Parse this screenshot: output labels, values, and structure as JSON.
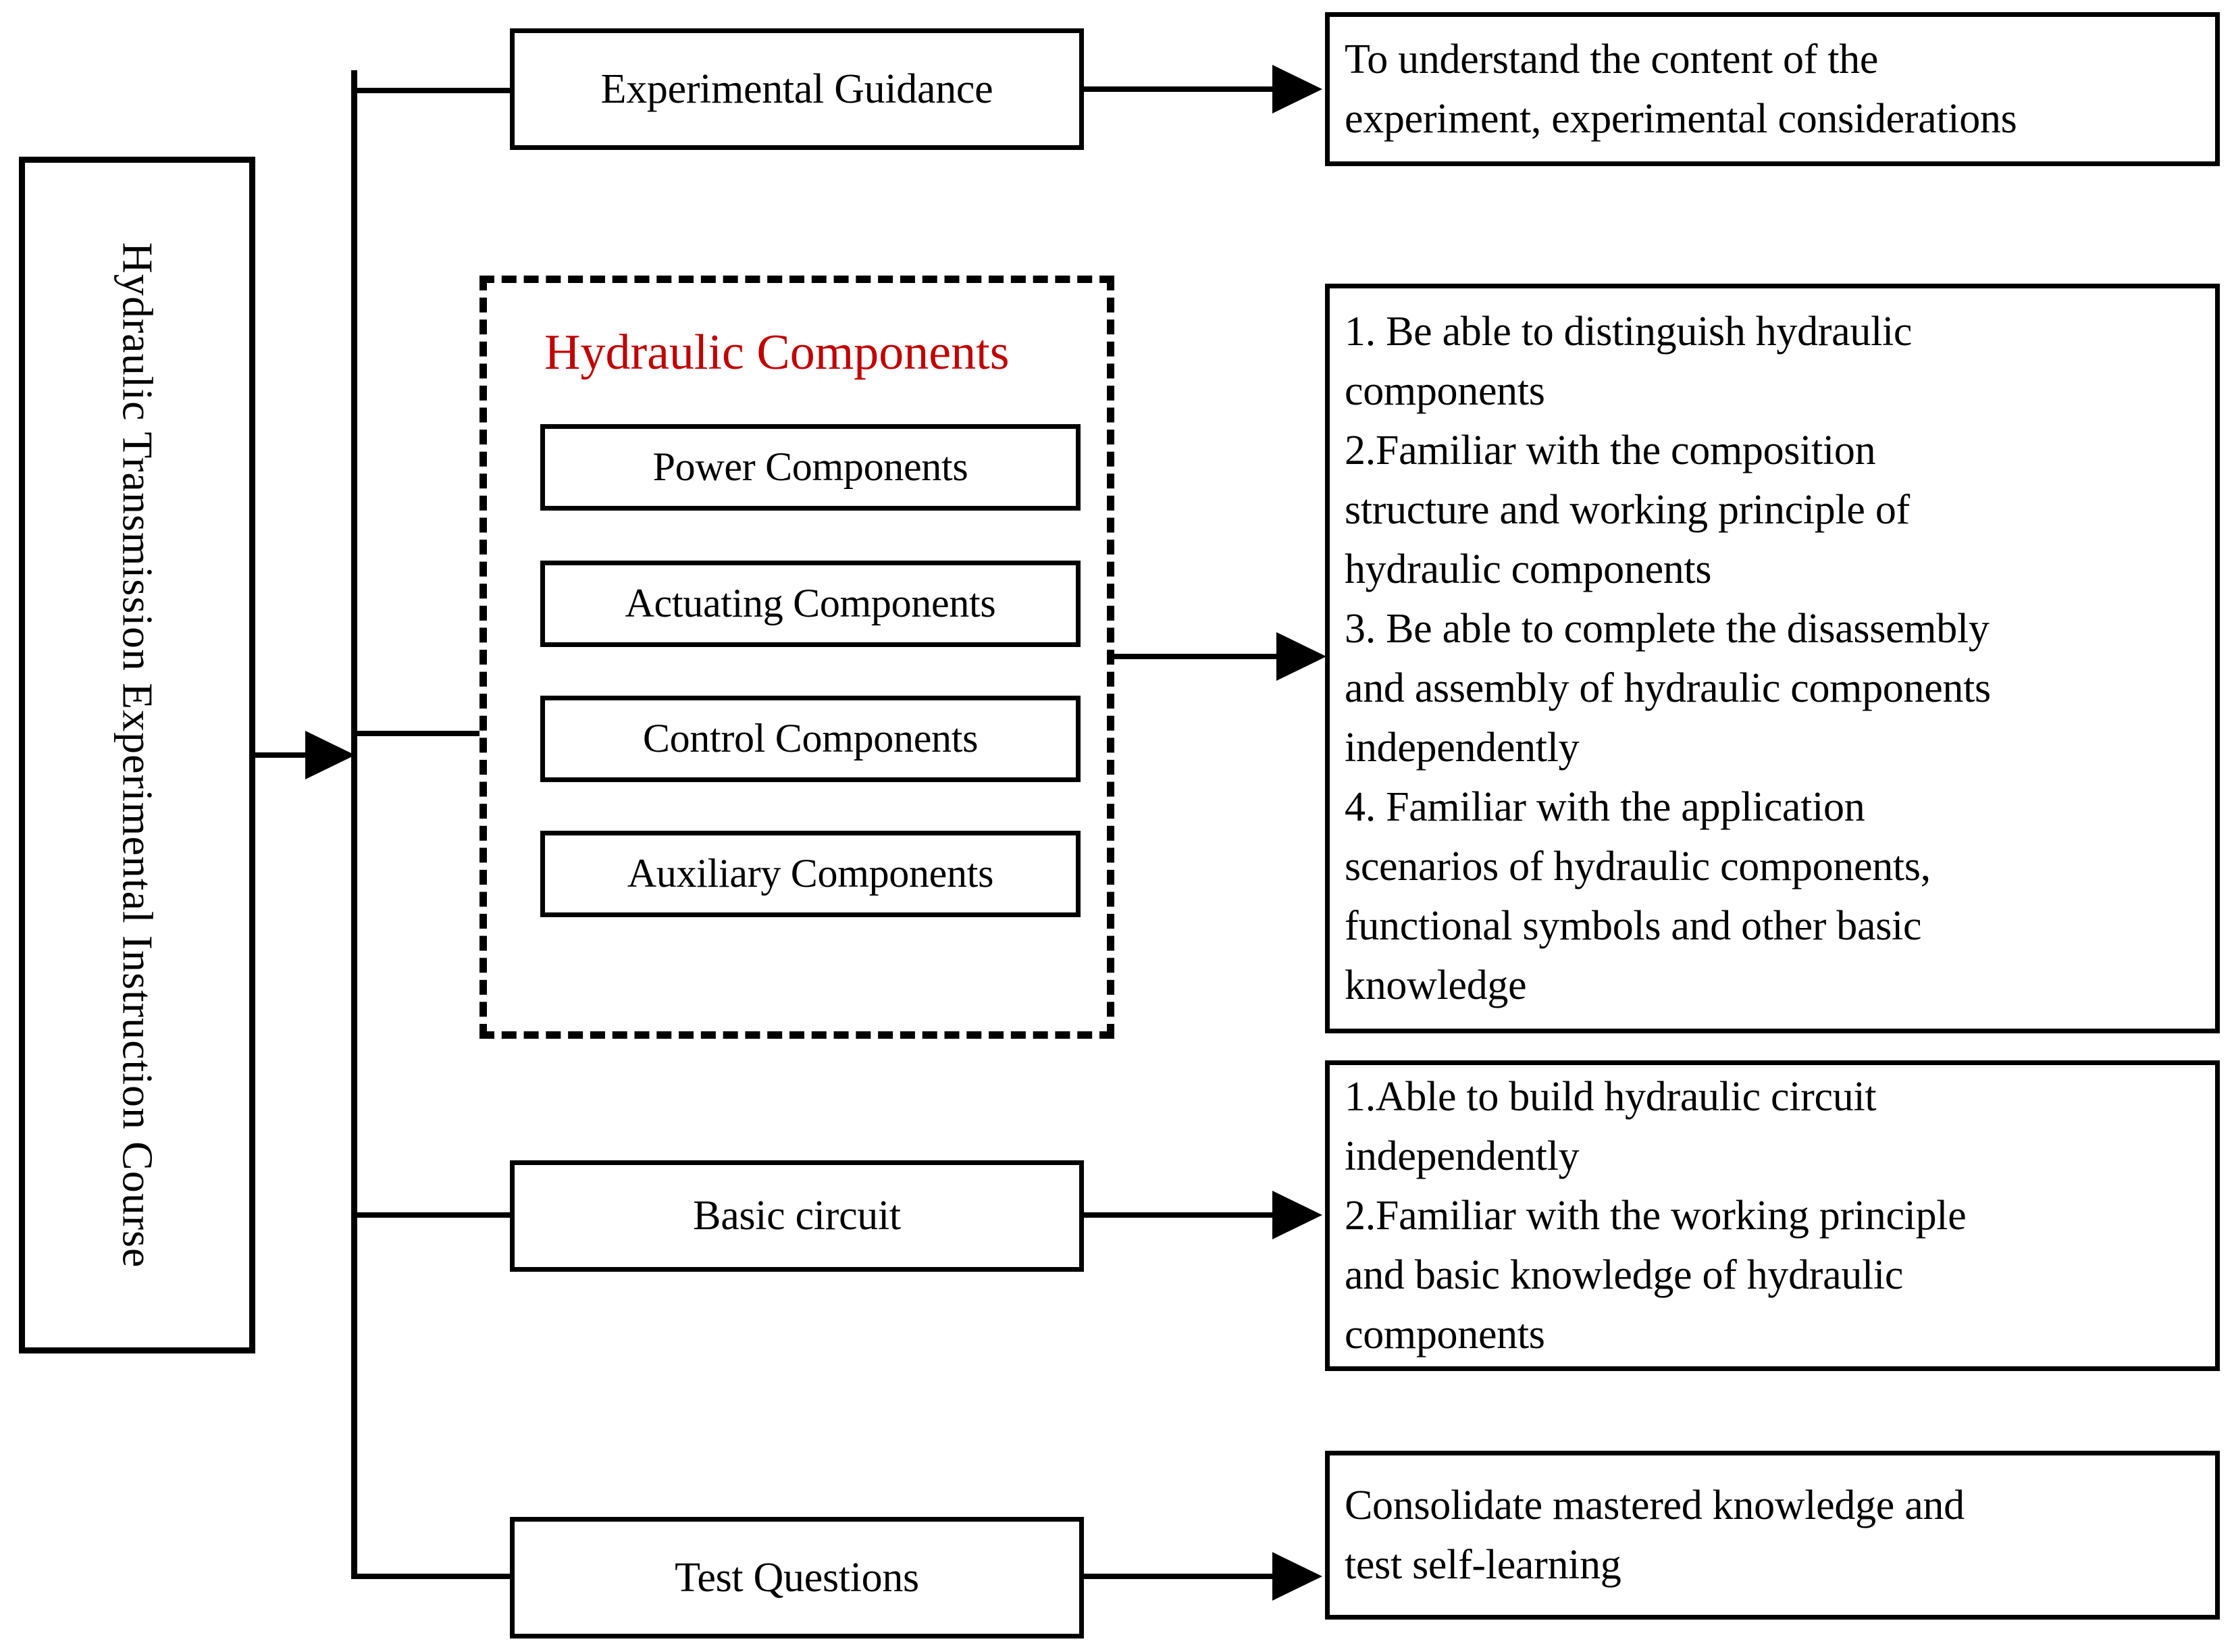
{
  "diagram": {
    "title": "Hydraulic Transmission Experimental Instruction Course",
    "accent_red": "#C00000",
    "line_color": "#000000",
    "root": {
      "label": "Hydraulic Transmission Experimental Instruction Course"
    },
    "branches": [
      {
        "name": "experimental-guidance",
        "label": "Experimental Guidance",
        "outcome": "To understand the content of the\nexperiment, experimental considerations"
      },
      {
        "name": "hydraulic-components",
        "label": "Hydraulic Components",
        "label_color": "#C00000",
        "children": [
          "Power Components",
          "Actuating Components",
          "Control Components",
          "Auxiliary Components"
        ],
        "outcome": "1. Be able to distinguish hydraulic\ncomponents\n2.Familiar with the composition\nstructure and working principle of\nhydraulic components\n3. Be able to complete the disassembly\nand assembly of hydraulic components\nindependently\n4. Familiar with the application\nscenarios of hydraulic components,\nfunctional symbols and other basic\nknowledge"
      },
      {
        "name": "basic-circuit",
        "label": "Basic circuit",
        "outcome": "1.Able to build hydraulic circuit\nindependently\n2.Familiar with the working principle\nand basic knowledge of hydraulic\ncomponents"
      },
      {
        "name": "test-questions",
        "label": "Test Questions",
        "outcome": "Consolidate mastered knowledge and\ntest self-learning"
      }
    ]
  }
}
